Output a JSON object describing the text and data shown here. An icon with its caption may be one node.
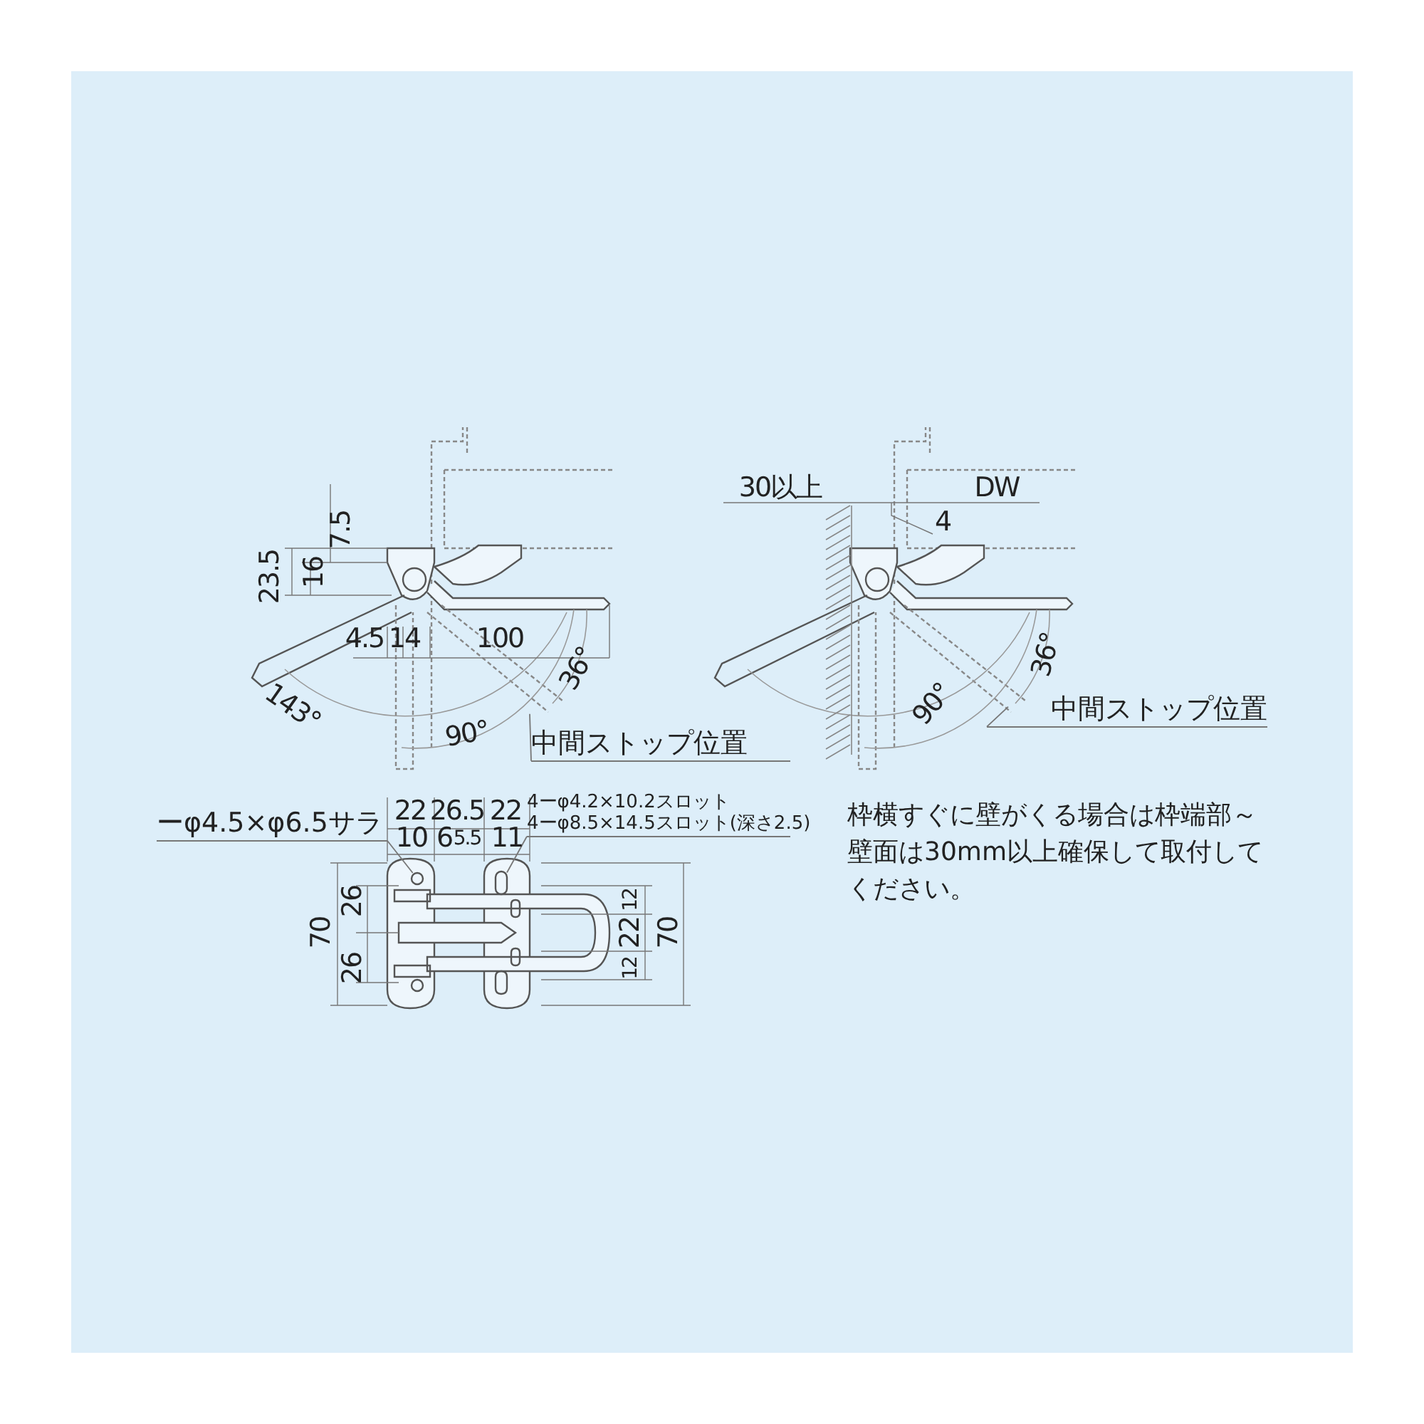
{
  "diagram": {
    "nodes": [
      {
        "text": [
          "中間ストップ位置"
        ]
      },
      {
        "text": [
          "中間ストップ位置"
        ]
      },
      {
        "text": [
          "ーφ4.5×φ6.5サラ"
        ]
      },
      {
        "text": [
          "4ーφ4.2×10.2スロット",
          "4ーφ8.5×14.5スロット(深さ2.5)"
        ]
      },
      {
        "text": [],
        "shape": "circle"
      },
      {
        "text": [],
        "shape": "box"
      }
    ],
    "edges": [
      {
        "from": 0,
        "to": null,
        "arrow": "none"
      },
      {
        "from": 1,
        "to": null,
        "arrow": "none"
      },
      {
        "from": 2,
        "to": 4,
        "arrow": "none"
      },
      {
        "from": 3,
        "to": 5,
        "arrow": "none"
      }
    ],
    "labels": [
      "7.5",
      "23.5",
      "16",
      "4.5",
      "14",
      "100",
      "36°",
      "143°",
      "90°",
      "30以上",
      "DW",
      "4",
      "36°",
      "90°",
      "22",
      "26.5",
      "22",
      "10",
      "6",
      "5.5",
      "11",
      "26",
      "70",
      "26",
      "12",
      "22",
      "12",
      "70",
      "枠横すぐに壁がくる場合は枠端部～壁面は30mm以上確保して取付してください。"
    ]
  }
}
